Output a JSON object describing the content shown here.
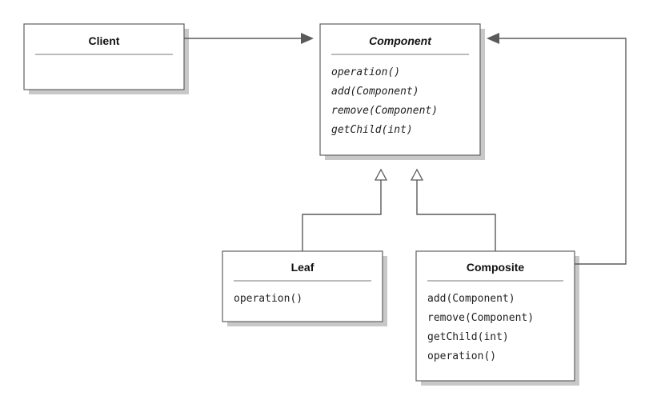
{
  "diagram": {
    "classes": {
      "client": {
        "name": "Client",
        "methods": []
      },
      "component": {
        "name": "Component",
        "abstract": true,
        "methods": [
          "operation()",
          "add(Component)",
          "remove(Component)",
          "getChild(int)"
        ]
      },
      "leaf": {
        "name": "Leaf",
        "methods": [
          "operation()"
        ]
      },
      "composite": {
        "name": "Composite",
        "methods": [
          "add(Component)",
          "remove(Component)",
          "getChild(int)",
          "operation()"
        ]
      }
    },
    "relations": [
      {
        "from": "Client",
        "to": "Component",
        "type": "association"
      },
      {
        "from": "Leaf",
        "to": "Component",
        "type": "inheritance"
      },
      {
        "from": "Composite",
        "to": "Component",
        "type": "inheritance"
      },
      {
        "from": "Composite",
        "to": "Component",
        "type": "aggregation-children"
      }
    ],
    "colors": {
      "line": "#5a5a5a",
      "box_border": "#606060",
      "shadow": "#c8c8c8"
    }
  }
}
